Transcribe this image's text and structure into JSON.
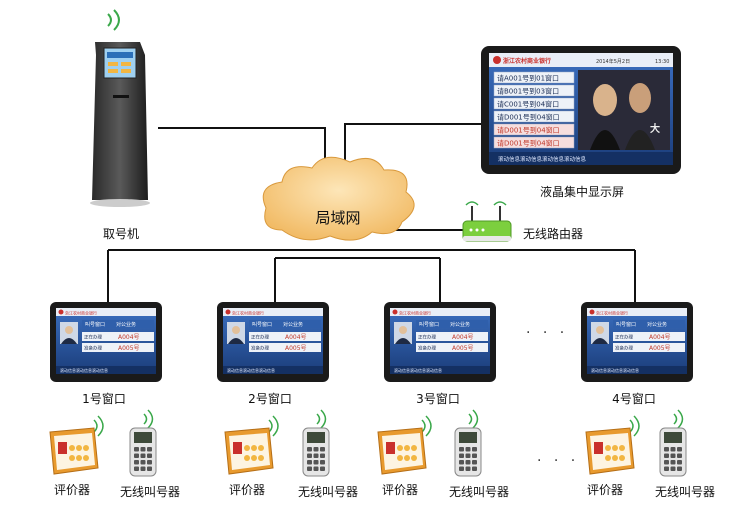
{
  "kiosk": {
    "label": "取号机"
  },
  "lan": {
    "label": "局域网"
  },
  "router": {
    "label": "无线路由器"
  },
  "big_screen": {
    "label": "液晶集中显示屏",
    "bank_name": "浙江农村商业银行",
    "date": "2014年5月2日",
    "time": "13:30",
    "queue_rows": [
      "请A001号到01窗口",
      "请B001号到03窗口",
      "请C001号到04窗口",
      "请D001号到04窗口",
      "请D001号到04窗口",
      "请D001号到04窗口"
    ],
    "ticker": "滚动信息滚动信息滚动信息滚动信息"
  },
  "window_screen": {
    "bank_name": "浙江农村商业银行",
    "header_left": "叫号窗口",
    "header_right": "对公业务",
    "row1_label": "正在办理",
    "row1_value": "A004号",
    "row2_label": "准备办理",
    "row2_value": "A005号",
    "ticker": "滚动信息滚动信息滚动信息"
  },
  "windows": [
    {
      "label": "1号窗口"
    },
    {
      "label": "2号窗口"
    },
    {
      "label": "3号窗口"
    },
    {
      "label": "4号窗口"
    }
  ],
  "devices": [
    {
      "evaluator_label": "评价器",
      "caller_label": "无线叫号器"
    },
    {
      "evaluator_label": "评价器",
      "caller_label": "无线叫号器"
    },
    {
      "evaluator_label": "评价器",
      "caller_label": "无线叫号器"
    },
    {
      "evaluator_label": "评价器",
      "caller_label": "无线叫号器"
    }
  ],
  "ellipsis": "· · ·",
  "colors": {
    "line": "#111111",
    "cloud": "#f5c77c",
    "router": "#6fbf3a",
    "screen_blue": "#1f4e96",
    "bezel": "#1a1a1a"
  }
}
